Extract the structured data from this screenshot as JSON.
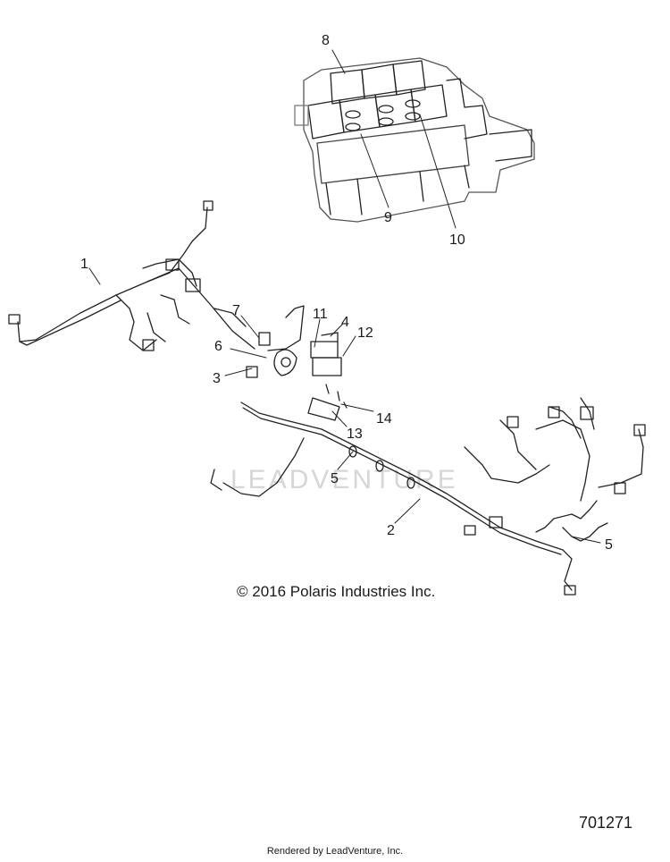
{
  "copyright": "© 2016 Polaris Industries Inc.",
  "part_number": "701271",
  "rendered_by": "Rendered by LeadVenture, Inc.",
  "watermark": "LEADVENTURE",
  "callouts": [
    {
      "id": "c1",
      "label": "1"
    },
    {
      "id": "c2",
      "label": "2"
    },
    {
      "id": "c3",
      "label": "3"
    },
    {
      "id": "c4",
      "label": "4"
    },
    {
      "id": "c5a",
      "label": "5"
    },
    {
      "id": "c5b",
      "label": "5"
    },
    {
      "id": "c6",
      "label": "6"
    },
    {
      "id": "c7",
      "label": "7"
    },
    {
      "id": "c8",
      "label": "8"
    },
    {
      "id": "c9",
      "label": "9"
    },
    {
      "id": "c10",
      "label": "10"
    },
    {
      "id": "c11",
      "label": "11"
    },
    {
      "id": "c12",
      "label": "12"
    },
    {
      "id": "c13",
      "label": "13"
    },
    {
      "id": "c14",
      "label": "14"
    }
  ]
}
